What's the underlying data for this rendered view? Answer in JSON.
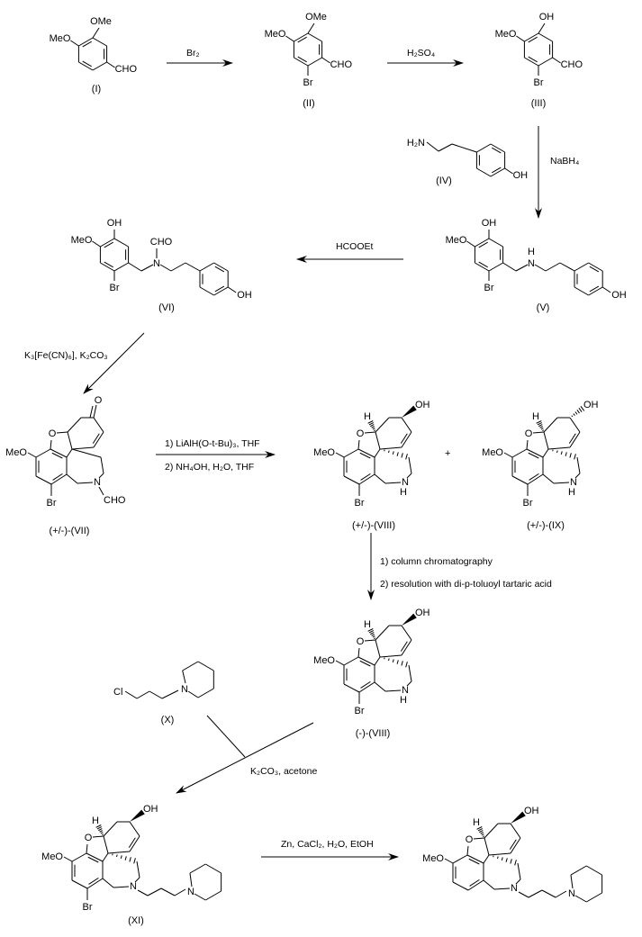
{
  "atoms": {
    "MeO": "MeO",
    "OMe": "OMe",
    "OH": "OH",
    "Br": "Br",
    "CHO": "CHO",
    "N": "N",
    "H": "H",
    "O": "O",
    "H2N": "H₂N",
    "Cl": "Cl"
  },
  "compounds": {
    "I": "(I)",
    "II": "(II)",
    "III": "(III)",
    "IV": "(IV)",
    "V": "(V)",
    "VI": "(VI)",
    "VII": "(+/-)-(VII)",
    "VIII": "(+/-)-(VIII)",
    "IX": "(+/-)-(IX)",
    "VIII_resolved": "(-)-(VIII)",
    "X": "(X)",
    "XI": "(XI)"
  },
  "reagents": {
    "step1": "Br₂",
    "step2": "H₂SO₄",
    "step3": "NaBH₄",
    "step4": "HCOOEt",
    "step5": "K₃[Fe(CN)₆], K₂CO₃",
    "step6_a": "1) LiAlH(O-t-Bu)₃, THF",
    "step6_b": "2) NH₄OH, H₂O, THF",
    "step7_a": "1) column chromatography",
    "step7_b": "2) resolution with di-p-toluoyl tartaric acid",
    "step8": "K₂CO₃, acetone",
    "step9": "Zn, CaCl₂, H₂O, EtOH"
  },
  "plus": "+"
}
